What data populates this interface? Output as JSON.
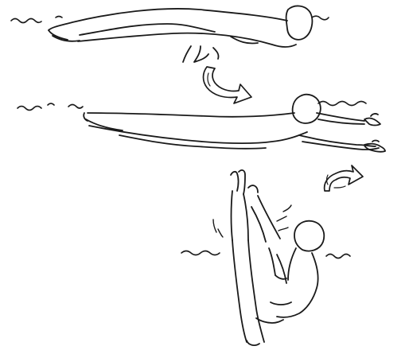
{
  "illustration": {
    "background_color": "#ffffff",
    "ink_color": "#1a1a1a",
    "panels": [
      {
        "pose": "floating-supine-arms-at-sides",
        "arrow": "curved-down-right"
      },
      {
        "pose": "floating-prone-arms-extended",
        "arrow": "curved-up-right"
      },
      {
        "pose": "vertical-pike-sinking",
        "arrow": ""
      }
    ]
  }
}
